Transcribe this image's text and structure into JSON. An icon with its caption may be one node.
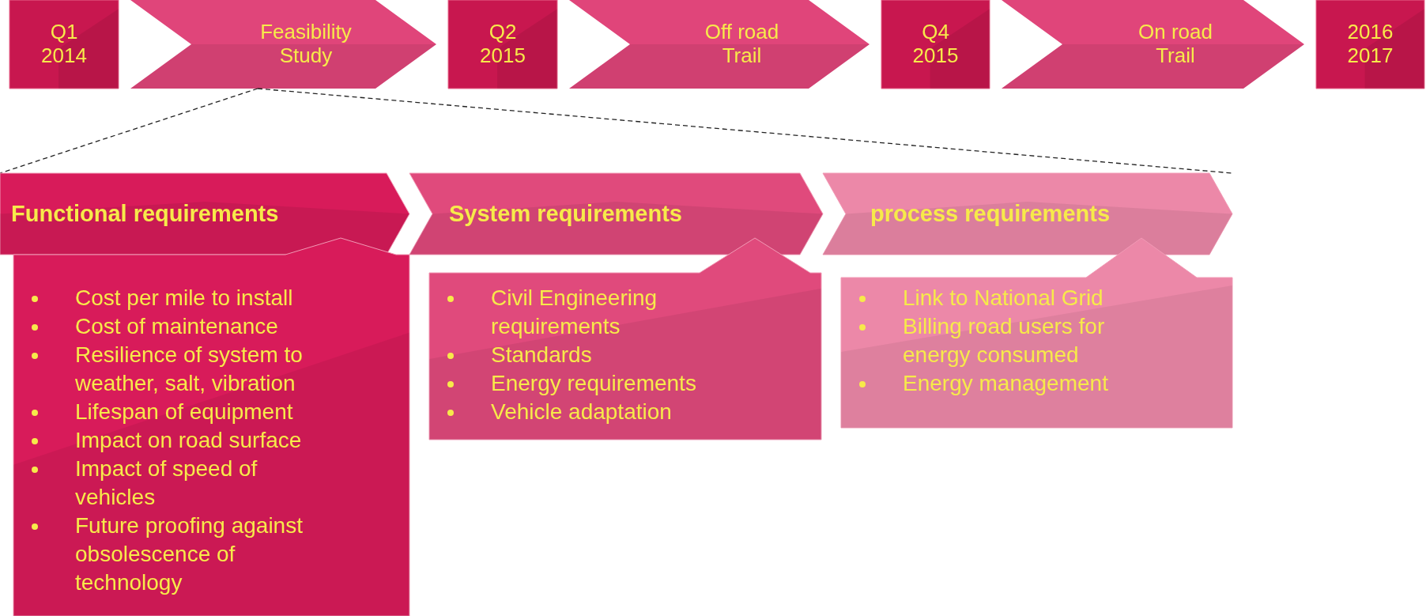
{
  "diagram": {
    "nodes": [
      {
        "text": [
          "Q1 2014"
        ]
      },
      {
        "text": [
          "Q2 2015"
        ]
      },
      {
        "text": [
          "Q4 2015"
        ]
      },
      {
        "text": [
          "2016 2017"
        ]
      },
      {
        "text": [
          "Functional requirements"
        ]
      },
      {
        "text": [
          "System requirements"
        ]
      },
      {
        "text": [
          "process requirements"
        ]
      },
      {
        "text": [
          "Cost per mile to install",
          "Cost of maintenance",
          "Resilience of system to weather, salt, vibration",
          "Lifespan of equipment",
          "Impact on road surface",
          "Impact of speed of vehicles",
          "Future proofing against obsolescence of technology"
        ]
      },
      {
        "text": [
          "Civil Engineering requirements",
          "Standards",
          "Energy requirements",
          "Vehicle adaptation"
        ]
      },
      {
        "text": [
          "Link to National Grid",
          "Billing road users for energy consumed",
          "Energy management"
        ]
      }
    ],
    "edges": [
      {
        "from": 0,
        "to": 1,
        "arrow": "to",
        "label": "Feasibility Study"
      },
      {
        "from": 1,
        "to": 2,
        "arrow": "to",
        "label": "Off road Trail"
      },
      {
        "from": 2,
        "to": 3,
        "arrow": "to",
        "label": "On road Trail"
      },
      {
        "from": null,
        "to": 4,
        "arrow": "none",
        "style": "dashed"
      },
      {
        "from": null,
        "to": 6,
        "arrow": "none",
        "style": "dashed"
      }
    ]
  }
}
